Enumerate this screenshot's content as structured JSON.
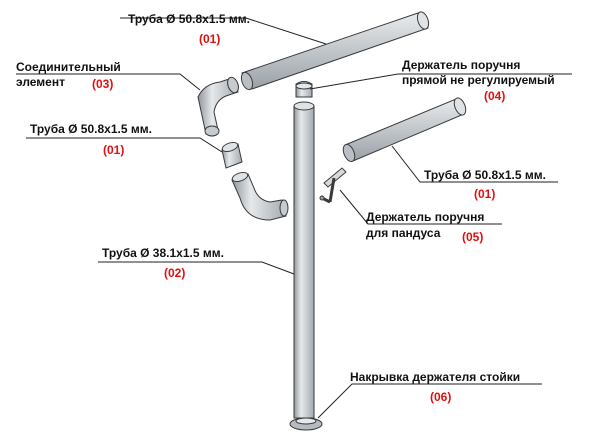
{
  "parts": [
    {
      "id": "tube-top",
      "name": "Труба Ø 50.8x1.5 мм.",
      "code": "(01)"
    },
    {
      "id": "connector",
      "name_line1": "Соединительный",
      "name_line2": "элемент",
      "code": "(03)"
    },
    {
      "id": "holder-straight",
      "name_line1": "Держатель поручня",
      "name_line2": "прямой не регулируемый",
      "code": "(04)"
    },
    {
      "id": "tube-left",
      "name": "Труба Ø 50.8x1.5 мм.",
      "code": "(01)"
    },
    {
      "id": "tube-right",
      "name": "Труба Ø 50.8x1.5 мм.",
      "code": "(01)"
    },
    {
      "id": "holder-ramp",
      "name_line1": "Держатель поручня",
      "name_line2": "для пандуса",
      "code": "(05)"
    },
    {
      "id": "post",
      "name": "Труба Ø 38.1x1.5 мм.",
      "code": "(02)"
    },
    {
      "id": "cap",
      "name": "Накрывка держателя стойки",
      "code": "(06)"
    }
  ],
  "colors": {
    "tube": "#cfd4d8",
    "tube_dark": "#9aa1a7",
    "outline": "#3a3a3a",
    "code": "#e01010"
  }
}
